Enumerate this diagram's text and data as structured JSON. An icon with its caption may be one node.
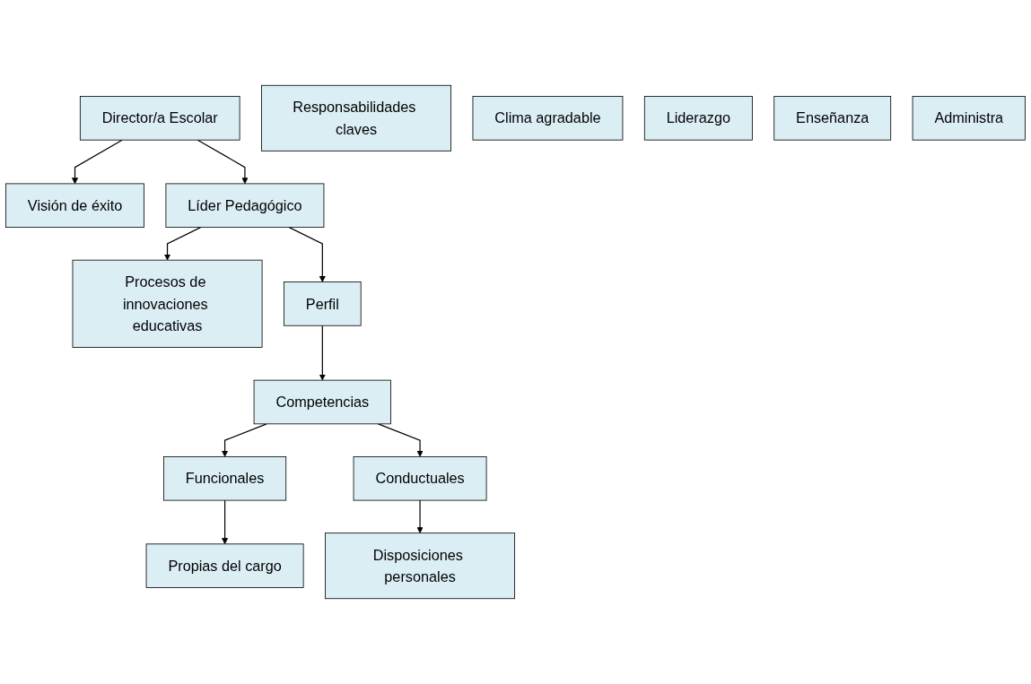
{
  "diagram": {
    "nodes": [
      {
        "text": [
          "Director/a Escolar"
        ]
      },
      {
        "text": [
          "Responsabilidades claves"
        ]
      },
      {
        "text": [
          "Visión de éxito"
        ]
      },
      {
        "text": [
          "Clima agradable"
        ]
      },
      {
        "text": [
          "Liderazgo"
        ]
      },
      {
        "text": [
          "Enseñanza"
        ]
      },
      {
        "text": [
          "Administra"
        ]
      },
      {
        "text": [
          "Líder Pedagógico"
        ]
      },
      {
        "text": [
          "Procesos de innovaciones educativas"
        ]
      },
      {
        "text": [
          "Perfil"
        ]
      },
      {
        "text": [
          "Competencias"
        ]
      },
      {
        "text": [
          "Funcionales"
        ]
      },
      {
        "text": [
          "Conductuales"
        ]
      },
      {
        "text": [
          "Propias del cargo"
        ]
      },
      {
        "text": [
          "Disposiciones personales"
        ]
      }
    ],
    "edges": [
      {
        "from": 0,
        "to": 2,
        "arrow": "to"
      },
      {
        "from": 0,
        "to": 7,
        "arrow": "to"
      },
      {
        "from": 7,
        "to": 8,
        "arrow": "to"
      },
      {
        "from": 7,
        "to": 9,
        "arrow": "to"
      },
      {
        "from": 9,
        "to": 10,
        "arrow": "to"
      },
      {
        "from": 10,
        "to": 11,
        "arrow": "to"
      },
      {
        "from": 10,
        "to": 12,
        "arrow": "to"
      },
      {
        "from": 11,
        "to": 13,
        "arrow": "to"
      },
      {
        "from": 12,
        "to": 14,
        "arrow": "to"
      }
    ]
  }
}
